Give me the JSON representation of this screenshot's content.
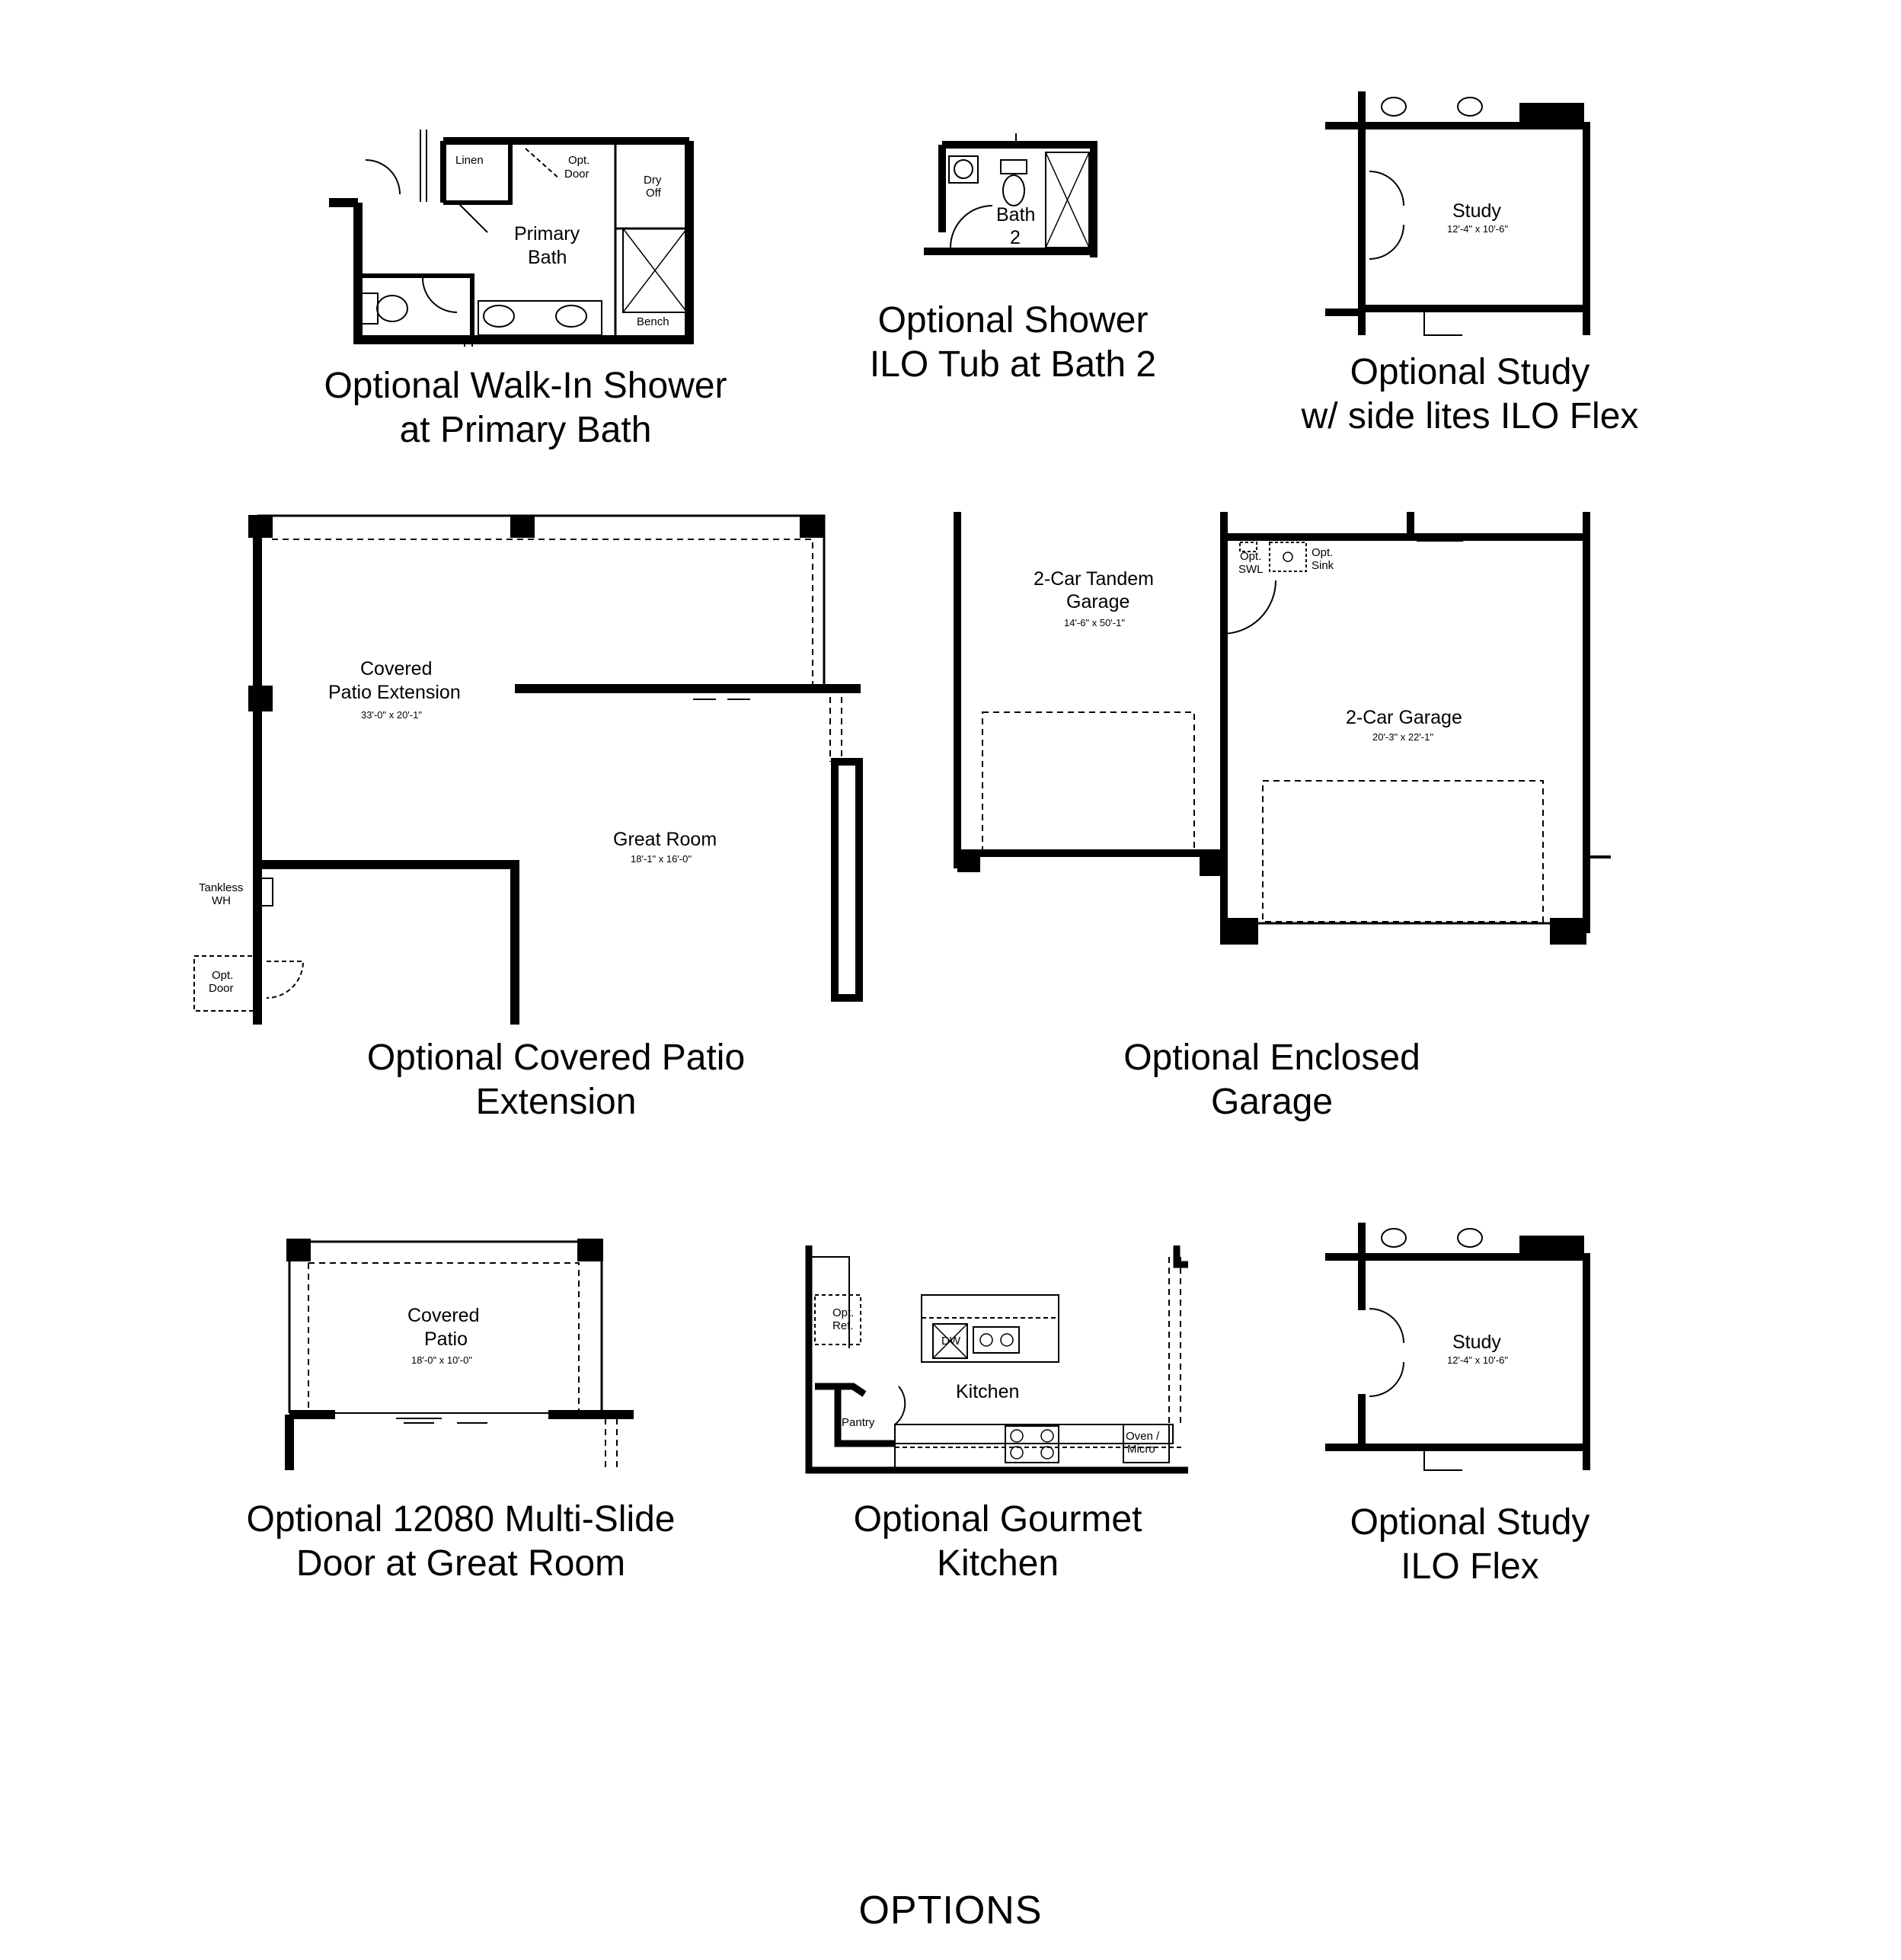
{
  "options": {
    "walk_in_shower": {
      "caption": [
        "Optional Walk-In Shower",
        "at  Primary Bath"
      ],
      "rooms": {
        "linen": "Linen",
        "opt_door": [
          "Opt.",
          "Door"
        ],
        "primary_bath": [
          "Primary",
          "Bath"
        ],
        "dry_off": [
          "Dry",
          "Off"
        ],
        "bench": "Bench"
      }
    },
    "shower_bath2": {
      "caption": [
        "Optional Shower",
        "ILO Tub at Bath 2"
      ],
      "rooms": {
        "bath2": [
          "Bath",
          "2"
        ]
      }
    },
    "study_side_lites": {
      "caption": [
        "Optional Study",
        "w/ side lites ILO Flex"
      ],
      "rooms": {
        "study": "Study",
        "study_dim": "12'-4\" x 10'-6\""
      }
    },
    "covered_patio_ext": {
      "caption": [
        "Optional Covered Patio",
        "Extension"
      ],
      "rooms": {
        "patio": [
          "Covered",
          "Patio Extension"
        ],
        "patio_dim": "33'-0\" x 20'-1\"",
        "great_room": "Great Room",
        "great_room_dim": "18'-1\" x 16'-0\"",
        "tankless": [
          "Tankless",
          "WH"
        ],
        "opt_door": [
          "Opt.",
          "Door"
        ]
      }
    },
    "enclosed_garage": {
      "caption": [
        "Optional Enclosed",
        "Garage"
      ],
      "rooms": {
        "tandem": [
          "2-Car Tandem",
          "Garage"
        ],
        "tandem_dim": "14'-6\" x 50'-1\"",
        "garage": "2-Car Garage",
        "garage_dim": "20'-3\" x 22'-1\"",
        "opt_swl": [
          "Opt.",
          "SWL"
        ],
        "opt_sink": [
          "Opt.",
          "Sink"
        ]
      }
    },
    "multi_slide": {
      "caption": [
        "Optional 12080 Multi-Slide",
        "Door at Great Room"
      ],
      "rooms": {
        "patio": [
          "Covered",
          "Patio"
        ],
        "patio_dim": "18'-0\" x 10'-0\""
      }
    },
    "gourmet_kitchen": {
      "caption": [
        "Optional Gourmet",
        "Kitchen"
      ],
      "rooms": {
        "kitchen": "Kitchen",
        "opt_ref": [
          "Opt.",
          "Ref."
        ],
        "dw": "DW",
        "pantry": "Pantry",
        "oven": [
          "Oven /",
          "Micro"
        ]
      }
    },
    "study": {
      "caption": [
        "Optional Study",
        "ILO Flex"
      ],
      "rooms": {
        "study": "Study",
        "study_dim": "12'-4\" x 10'-6\""
      }
    }
  },
  "footer": "OPTIONS"
}
